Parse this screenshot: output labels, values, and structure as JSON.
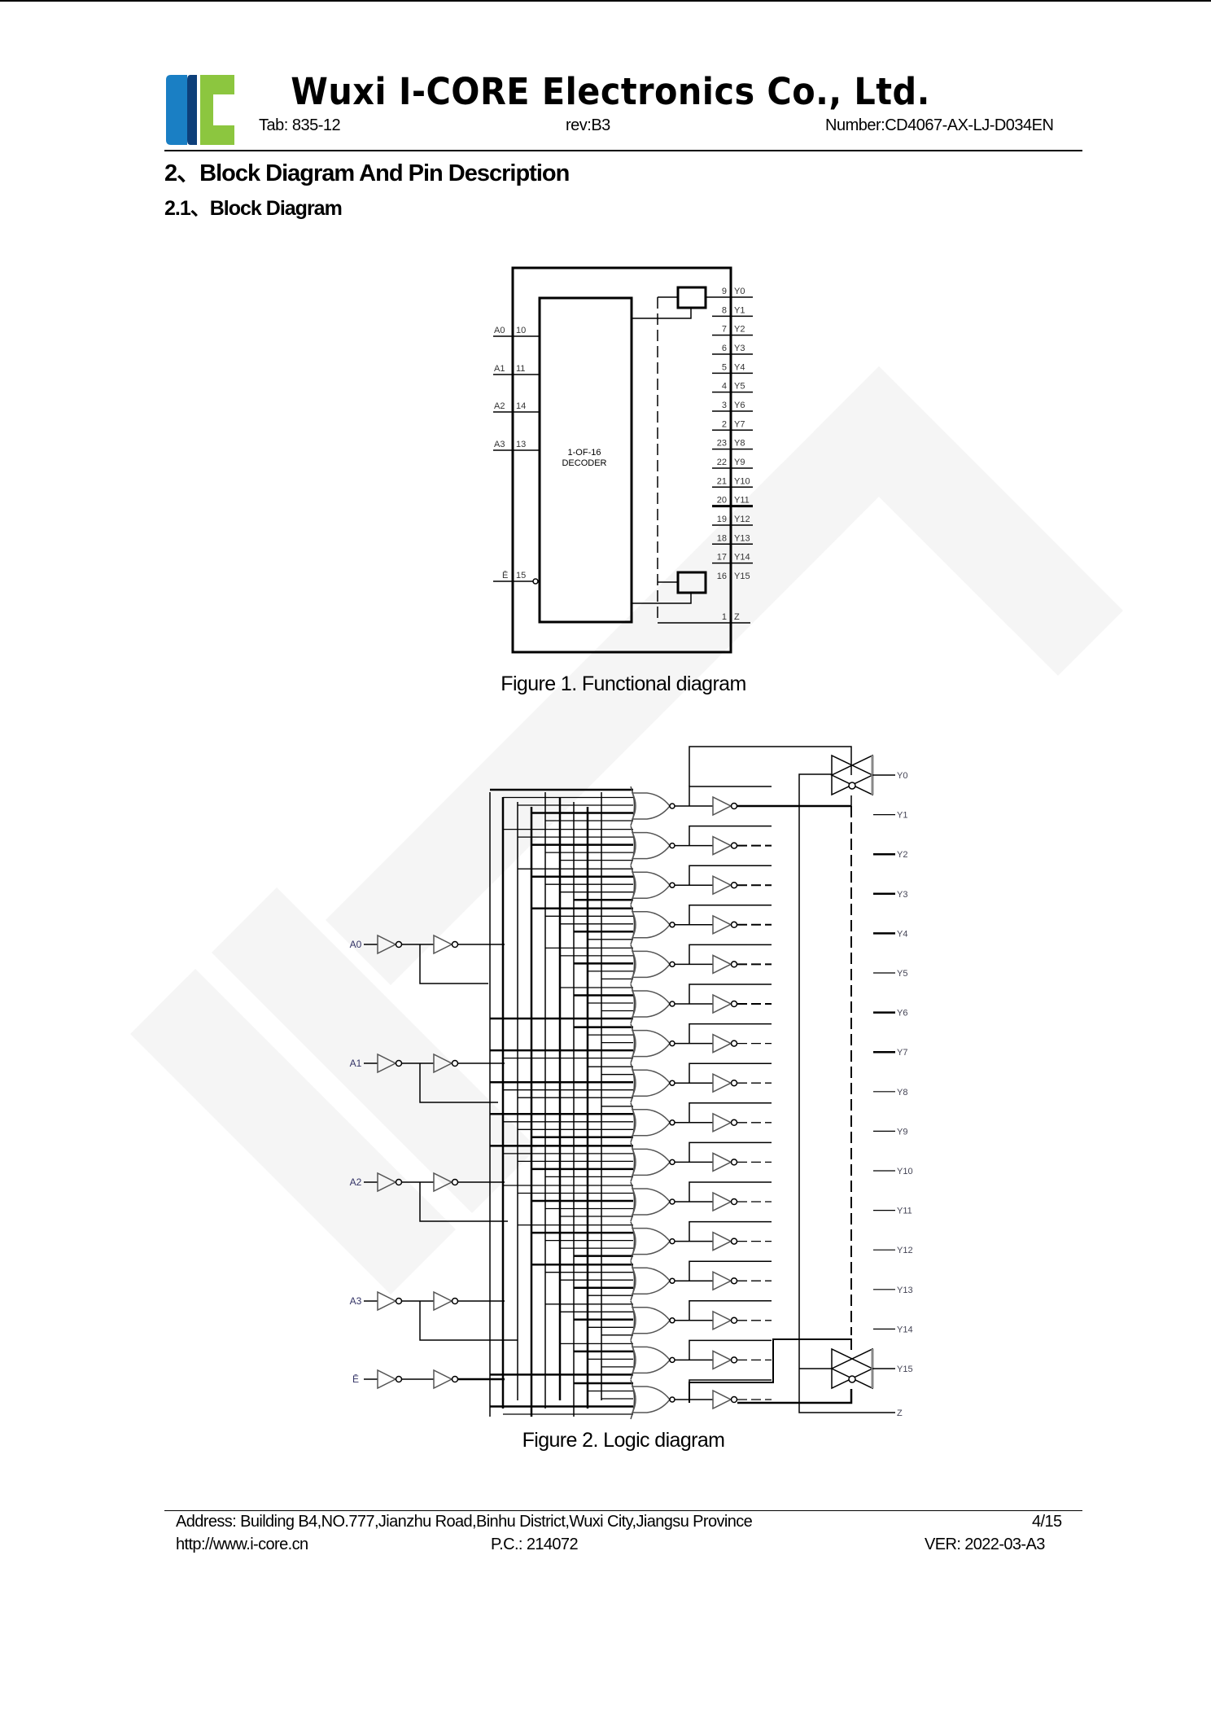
{
  "header": {
    "company": "Wuxi I-CORE Electronics Co., Ltd.",
    "tab": "Tab: 835-12",
    "rev": "rev:B3",
    "number": "Number:CD4067-AX-LJ-D034EN",
    "logo_colors": {
      "blue": "#1a7fc4",
      "navy": "#0d3f7a",
      "green": "#8cc63f"
    }
  },
  "section": {
    "heading": "2、Block Diagram And Pin Description",
    "subheading": "2.1、Block Diagram"
  },
  "figure1": {
    "caption": "Figure 1. Functional diagram",
    "decoder_label_line1": "1-OF-16",
    "decoder_label_line2": "DECODER",
    "inputs": [
      {
        "name": "A0",
        "pin": "10"
      },
      {
        "name": "A1",
        "pin": "11"
      },
      {
        "name": "A2",
        "pin": "14"
      },
      {
        "name": "A3",
        "pin": "13"
      },
      {
        "name": "Ē",
        "pin": "15"
      }
    ],
    "outputs": [
      {
        "pin": "9",
        "name": "Y0"
      },
      {
        "pin": "8",
        "name": "Y1"
      },
      {
        "pin": "7",
        "name": "Y2"
      },
      {
        "pin": "6",
        "name": "Y3"
      },
      {
        "pin": "5",
        "name": "Y4"
      },
      {
        "pin": "4",
        "name": "Y5"
      },
      {
        "pin": "3",
        "name": "Y6"
      },
      {
        "pin": "2",
        "name": "Y7"
      },
      {
        "pin": "23",
        "name": "Y8"
      },
      {
        "pin": "22",
        "name": "Y9"
      },
      {
        "pin": "21",
        "name": "Y10"
      },
      {
        "pin": "20",
        "name": "Y11"
      },
      {
        "pin": "19",
        "name": "Y12"
      },
      {
        "pin": "18",
        "name": "Y13"
      },
      {
        "pin": "17",
        "name": "Y14"
      },
      {
        "pin": "16",
        "name": "Y15"
      }
    ],
    "common": {
      "pin": "1",
      "name": "Z"
    }
  },
  "figure2": {
    "caption": "Figure 2. Logic diagram",
    "inputs": [
      "A0",
      "A1",
      "A2",
      "A3",
      "Ē"
    ],
    "outputs": [
      "Y0",
      "Y1",
      "Y2",
      "Y3",
      "Y4",
      "Y5",
      "Y6",
      "Y7",
      "Y8",
      "Y9",
      "Y10",
      "Y11",
      "Y12",
      "Y13",
      "Y14",
      "Y15"
    ],
    "common": "Z"
  },
  "footer": {
    "address": "Address:  Building B4,NO.777,Jianzhu Road,Binhu District,Wuxi City,Jiangsu Province",
    "page": "4/15",
    "url": "http://www.i-core.cn",
    "postcode": "P.C.:  214072",
    "version": "VER:  2022-03-A3"
  }
}
